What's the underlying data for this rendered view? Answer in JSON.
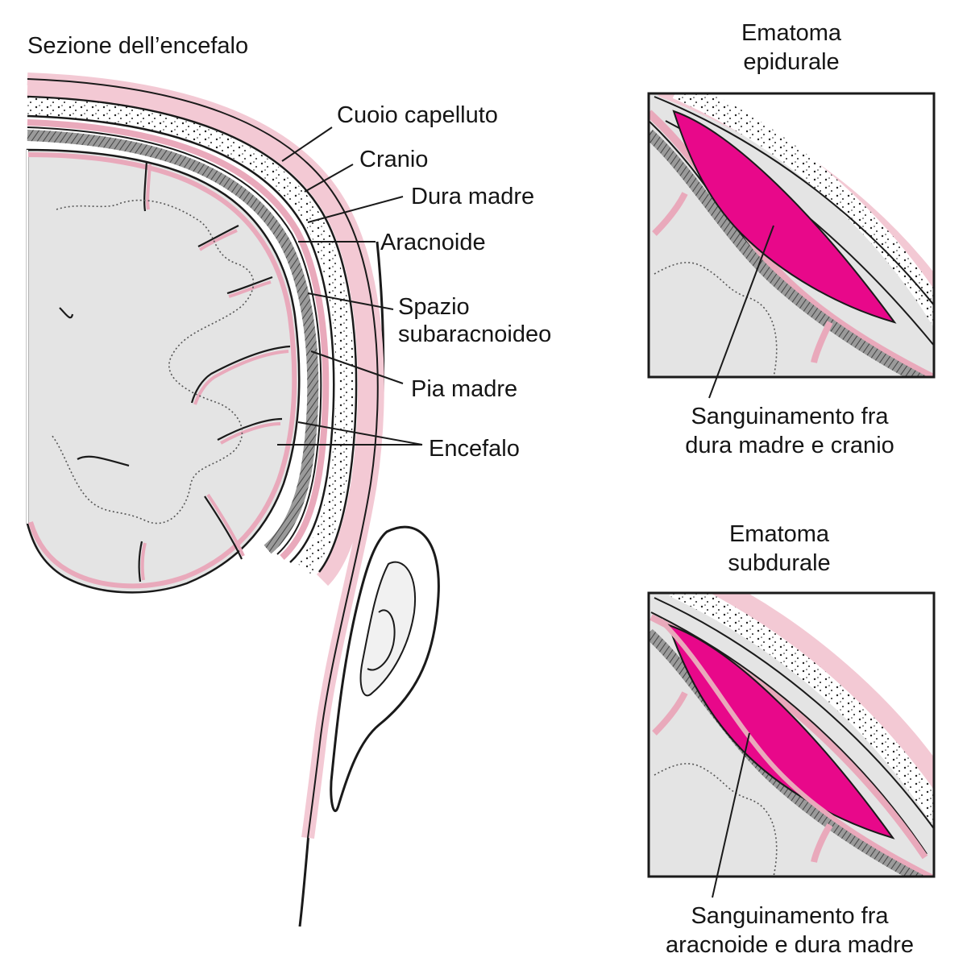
{
  "main_section": {
    "title": "Sezione dell’encefalo",
    "labels": {
      "scalp": "Cuoio capelluto",
      "skull": "Cranio",
      "dura": "Dura madre",
      "arachnoid": "Aracnoide",
      "subarachnoid_line1": "Spazio",
      "subarachnoid_line2": "subaracnoideo",
      "pia": "Pia madre",
      "brain": "Encefalo"
    }
  },
  "epidural": {
    "title_line1": "Ematoma",
    "title_line2": "epidurale",
    "caption_line1": "Sanguinamento fra",
    "caption_line2": "dura madre e cranio"
  },
  "subdural": {
    "title_line1": "Ematoma",
    "title_line2": "subdurale",
    "caption_line1": "Sanguinamento fra",
    "caption_line2": "aracnoide e dura madre"
  },
  "colors": {
    "tissue_pink": "#f3c9d4",
    "membrane_pink": "#e9a9bb",
    "blood_magenta": "#e8088a",
    "brain_gray": "#e4e4e4",
    "outline": "#1a1a1a"
  }
}
